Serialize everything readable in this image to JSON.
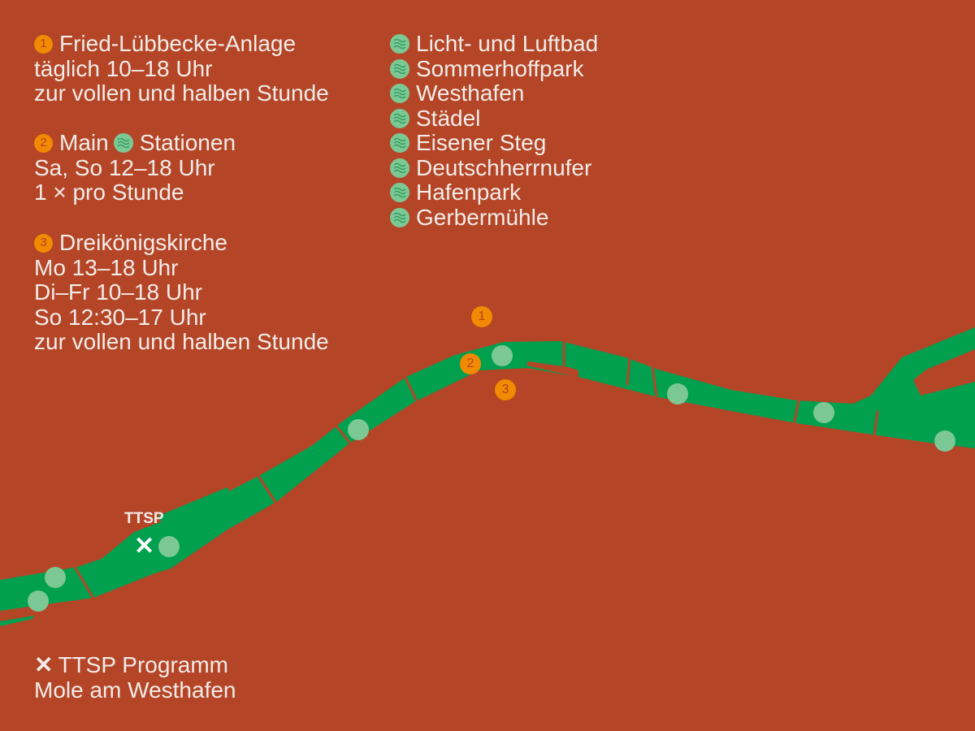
{
  "colors": {
    "background": "#b54527",
    "river": "#00a04f",
    "marker_orange": "#f18a00",
    "marker_green": "#7cc895"
  },
  "schedules": [
    {
      "number": "1",
      "title": "Fried-Lübbecke-Anlage",
      "lines": [
        "täglich 10–18 Uhr",
        "zur vollen und halben Stunde"
      ]
    },
    {
      "number": "2",
      "title_a": "Main",
      "title_b": "Stationen",
      "lines": [
        "Sa, So 12–18 Uhr",
        "1 × pro Stunde"
      ]
    },
    {
      "number": "3",
      "title": "Dreikönigskirche",
      "lines": [
        "Mo 13–18 Uhr",
        "Di–Fr 10–18 Uhr",
        "So 12:30–17 Uhr",
        "zur vollen und halben Stunde"
      ]
    }
  ],
  "stations": [
    "Licht- und Luftbad",
    "Sommerhoffpark",
    "Westhafen",
    "Städel",
    "Eisener Steg",
    "Deutschherrnufer",
    "Hafenpark",
    "Gerbermühle"
  ],
  "map": {
    "ttsp_label": "TTSP",
    "markers": [
      "1",
      "2",
      "3"
    ]
  },
  "footer": {
    "icon": "x-icon",
    "symbol": "✕",
    "title": "TTSP Programm",
    "subtitle": "Mole am Westhafen"
  }
}
